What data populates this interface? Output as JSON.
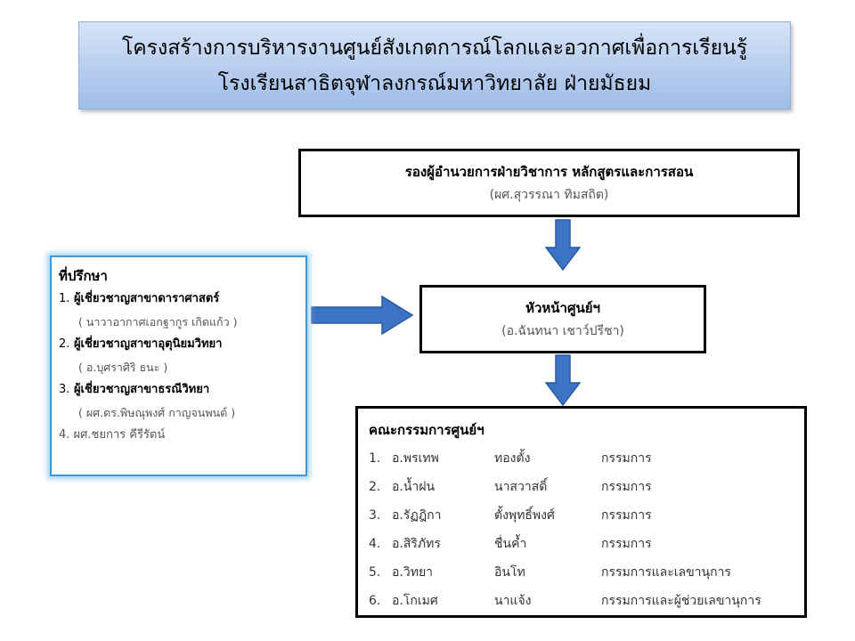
{
  "title": {
    "line1": "โครงสร้างการบริหารงานศูนย์สังเกตการณ์โลกและอวกาศเพื่อการเรียนรู้",
    "line2": "โรงเรียนสาธิตจุฬาลงกรณ์มหาวิทยาลัย ฝ่ายมัธยม"
  },
  "deputy": {
    "position": "รองผู้อำนวยการฝ่ายวิชาการ  หลักสูตรและการสอน",
    "name": "(ผศ.สุวรรณา  ทิมสถิต)"
  },
  "head": {
    "position": "หัวหน้าศูนย์ฯ",
    "name": "(อ.ฉันทนา  เชาว์ปรีชา)"
  },
  "advisors": {
    "title": "ที่ปรึกษา",
    "items": [
      {
        "num": "1.",
        "role": "ผู้เชี่ยวชาญสาขาดาราศาสตร์",
        "name": "( นาวาอากาศเอกฐากูร  เกิดแก้ว )"
      },
      {
        "num": "2.",
        "role": "ผู้เชี่ยวชาญสาขาอุตุนิยมวิทยา",
        "name": "( อ.บุศราศิริ  ธนะ )"
      },
      {
        "num": "3.",
        "role": "ผู้เชี่ยวชาญสาขาธรณีวิทยา",
        "name": "( ผศ.ดร.พิษณุพงศ์  กาญจนพนต์ )"
      },
      {
        "num": "4.",
        "name": "ผศ.ชยการ  คีรีรัตน์"
      }
    ]
  },
  "committee": {
    "title": "คณะกรรมการศูนย์ฯ",
    "members": [
      {
        "num": "1.",
        "first": "อ.พรเทพ",
        "last": "ทองตั้ง",
        "role": "กรรมการ"
      },
      {
        "num": "2.",
        "first": "อ.น้ำฝน",
        "last": "นาสวาสดิ์",
        "role": "กรรมการ"
      },
      {
        "num": "3.",
        "first": "อ.รัฏฎิกา",
        "last": "ตั้งพุทธิ์พงศ์",
        "role": "กรรมการ"
      },
      {
        "num": "4.",
        "first": "อ.สิริภัทร",
        "last": "ชื่นค้ำ",
        "role": "กรรมการ"
      },
      {
        "num": "5.",
        "first": "อ.วิทยา",
        "last": "อินโท",
        "role": "กรรมการและเลขานุการ"
      },
      {
        "num": "6.",
        "first": "อ.โกเมศ",
        "last": "นาแจ้ง",
        "role": "กรรมการและผู้ช่วยเลขานุการ"
      }
    ]
  },
  "colors": {
    "arrow_fill": "#3b74c4",
    "arrow_stroke": "#2a5a9e",
    "title_bg": "#b7cdee",
    "advisor_border": "#3d9ad9"
  }
}
